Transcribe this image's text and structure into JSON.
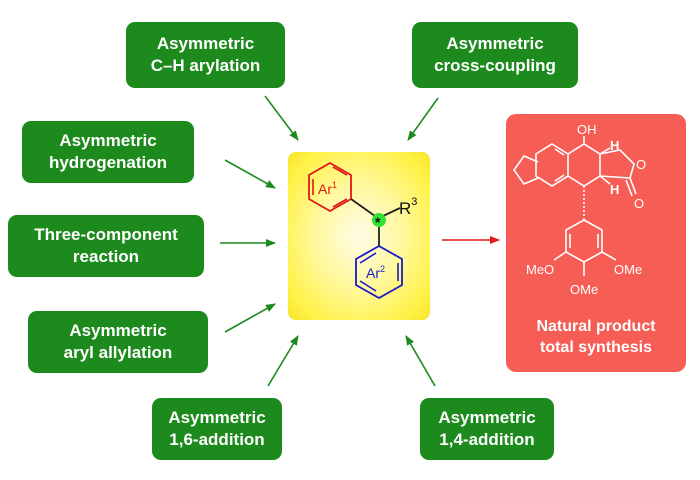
{
  "methods": [
    {
      "id": "ch_arylation",
      "line1": "Asymmetric",
      "line2": "C–H arylation"
    },
    {
      "id": "cross_coupling",
      "line1": "Asymmetric",
      "line2": "cross-coupling"
    },
    {
      "id": "hydrogenation",
      "line1": "Asymmetric",
      "line2": "hydrogenation"
    },
    {
      "id": "three_component",
      "line1": "Three-component",
      "line2": "reaction"
    },
    {
      "id": "aryl_allylation",
      "line1": "Asymmetric",
      "line2": "aryl allylation"
    },
    {
      "id": "addition_16",
      "line1": "Asymmetric",
      "line2": "1,6-addition"
    },
    {
      "id": "addition_14",
      "line1": "Asymmetric",
      "line2": "1,4-addition"
    }
  ],
  "core_structure": {
    "ar1_label": "Ar",
    "ar1_sup": "1",
    "ar2_label": "Ar",
    "ar2_sup": "2",
    "r_label": "R",
    "r_sup": "3",
    "stereocenter_mark": "*"
  },
  "natural_product": {
    "caption_line1": "Natural product",
    "caption_line2": "total synthesis",
    "oh_label": "OH",
    "h_label_top": "H",
    "h_label_bottom": "H",
    "carbonyl_o_label": "O",
    "ring_o_label": "O",
    "meo_left": "MeO",
    "ome_right": "OMe",
    "ome_bottom": "OMe"
  },
  "colors": {
    "method_box": "#1c8a1c",
    "arrow_green": "#1c8a1c",
    "arrow_red": "#e01818",
    "core_ring_ar1": "#e01818",
    "core_ring_ar2": "#1a1ac8",
    "stereocenter": "#33e033",
    "np_box": "#f55d55"
  }
}
